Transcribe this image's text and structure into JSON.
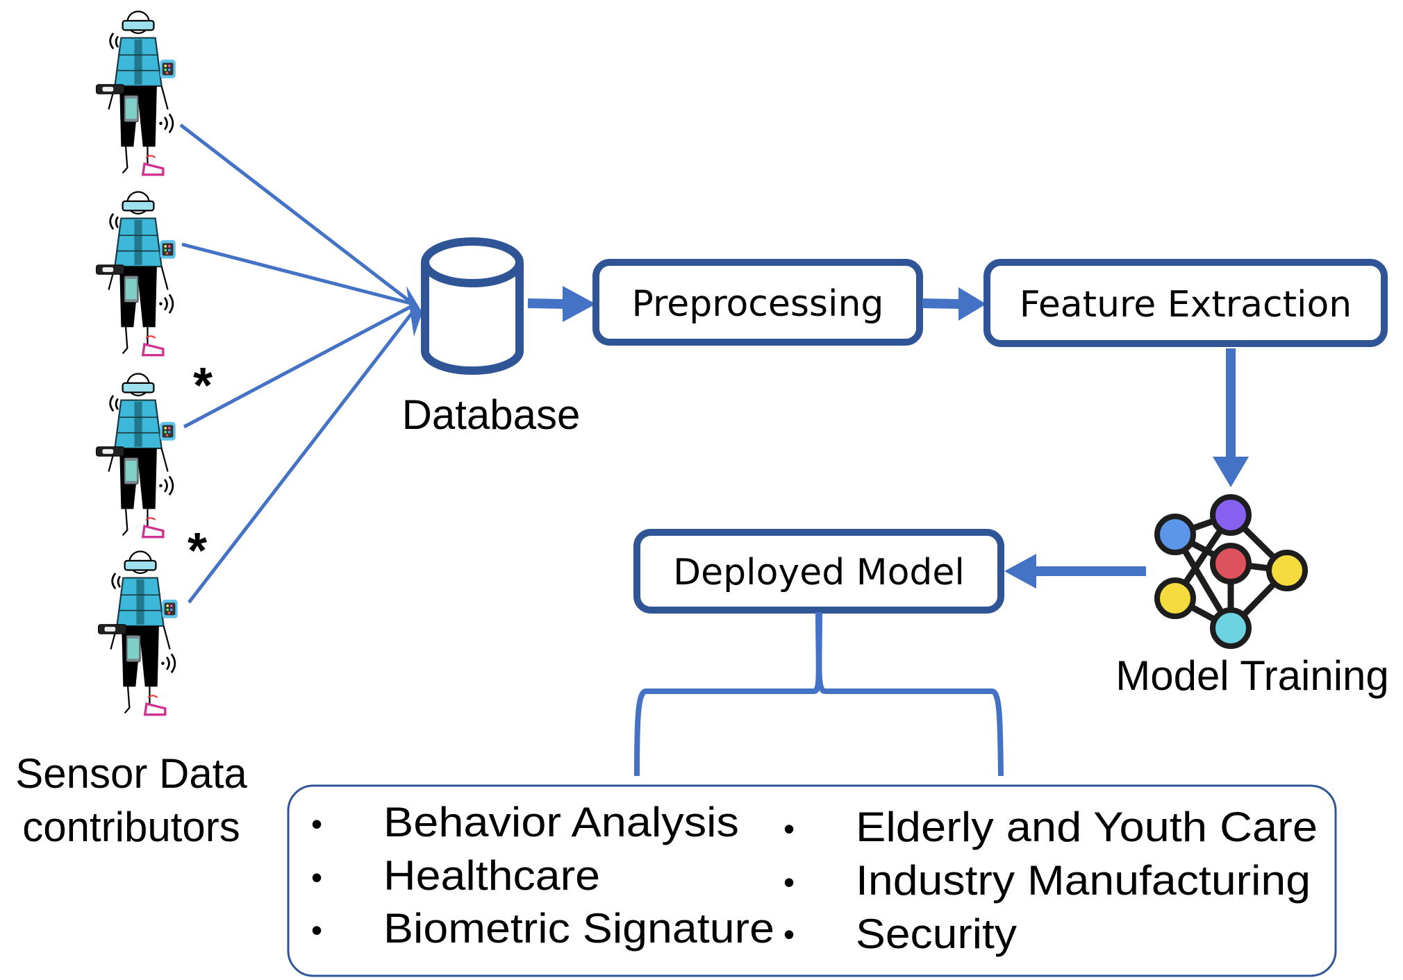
{
  "title": "Sensor-based activity recognition pipeline",
  "contributors": {
    "label_line1": "Sensor Data",
    "label_line2": "contributors",
    "figures": [
      {
        "marker": ""
      },
      {
        "marker": ""
      },
      {
        "marker": "*"
      },
      {
        "marker": "*"
      }
    ],
    "devices": [
      "smart-glasses",
      "smartwatch",
      "fitness-band",
      "smartphone",
      "smart-shoe"
    ]
  },
  "database": {
    "label": "Database"
  },
  "steps": {
    "preprocessing": "Preprocessing",
    "feature_extraction": "Feature Extraction",
    "model_training": "Model Training",
    "deployed_model": "Deployed Model"
  },
  "applications": {
    "left": [
      "Behavior Analysis",
      "Healthcare",
      "Biometric Signature"
    ],
    "right": [
      "Elderly and Youth Care",
      "Industry Manufacturing",
      "Security"
    ],
    "bullet": "•"
  },
  "colors": {
    "arrow": "#4472C4",
    "box_border": "#2F5597",
    "jacket": "#3DB8D8",
    "nn_blue": "#5B96E8",
    "nn_purple": "#8660EE",
    "nn_red": "#DE525E",
    "nn_yellow": "#F5DB3E",
    "nn_cyan": "#6DD3E0"
  }
}
